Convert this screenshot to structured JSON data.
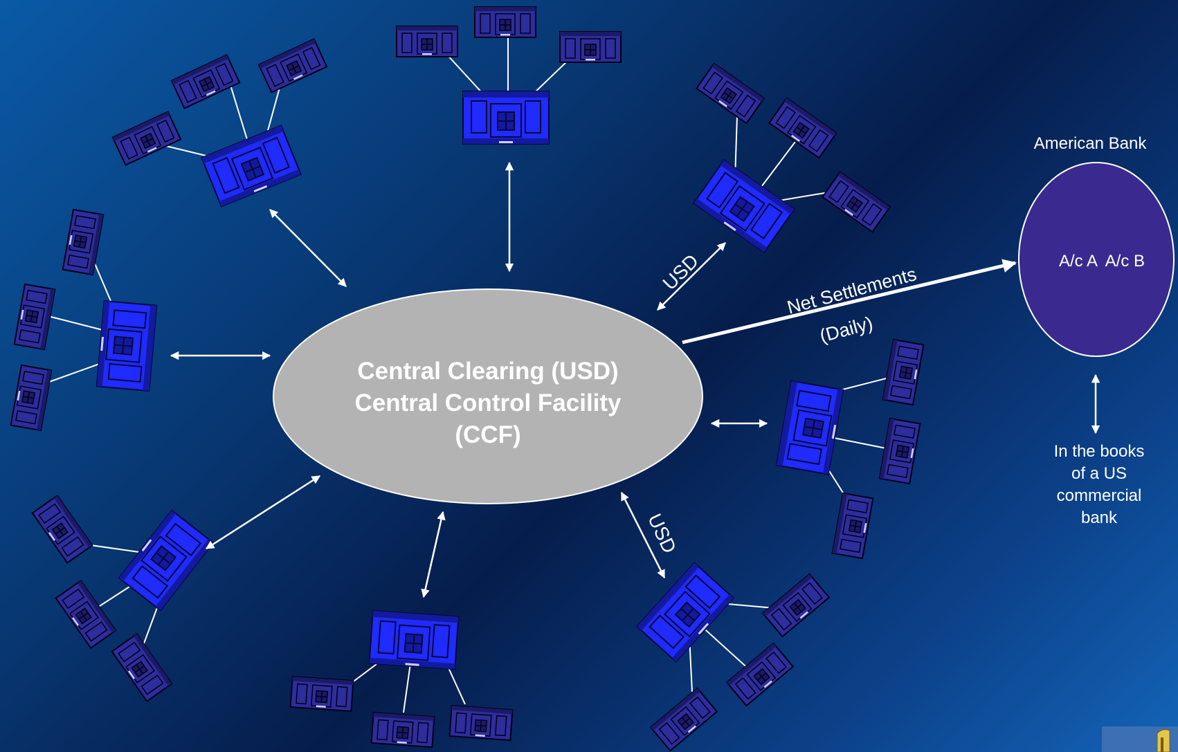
{
  "center": {
    "line1": "Central Clearing (USD)",
    "line2": "Central Control Facility",
    "line3": "(CCF)"
  },
  "flows": {
    "usd_upper": "USD",
    "usd_lower": "USD",
    "net_settlements": "Net Settlements",
    "daily": "(Daily)"
  },
  "american_bank": {
    "title": "American Bank",
    "accounts": "A/c A  A/c B",
    "note_lines": [
      "In the books",
      "of a US",
      "commercial",
      "bank"
    ]
  },
  "colors": {
    "hub_fill": "#b3b3b3",
    "bank_main": "#1f2bff",
    "bank_branch": "#2e2d9c",
    "american_bank_fill": "#3a2a8f",
    "arrows": "#ffffff"
  }
}
